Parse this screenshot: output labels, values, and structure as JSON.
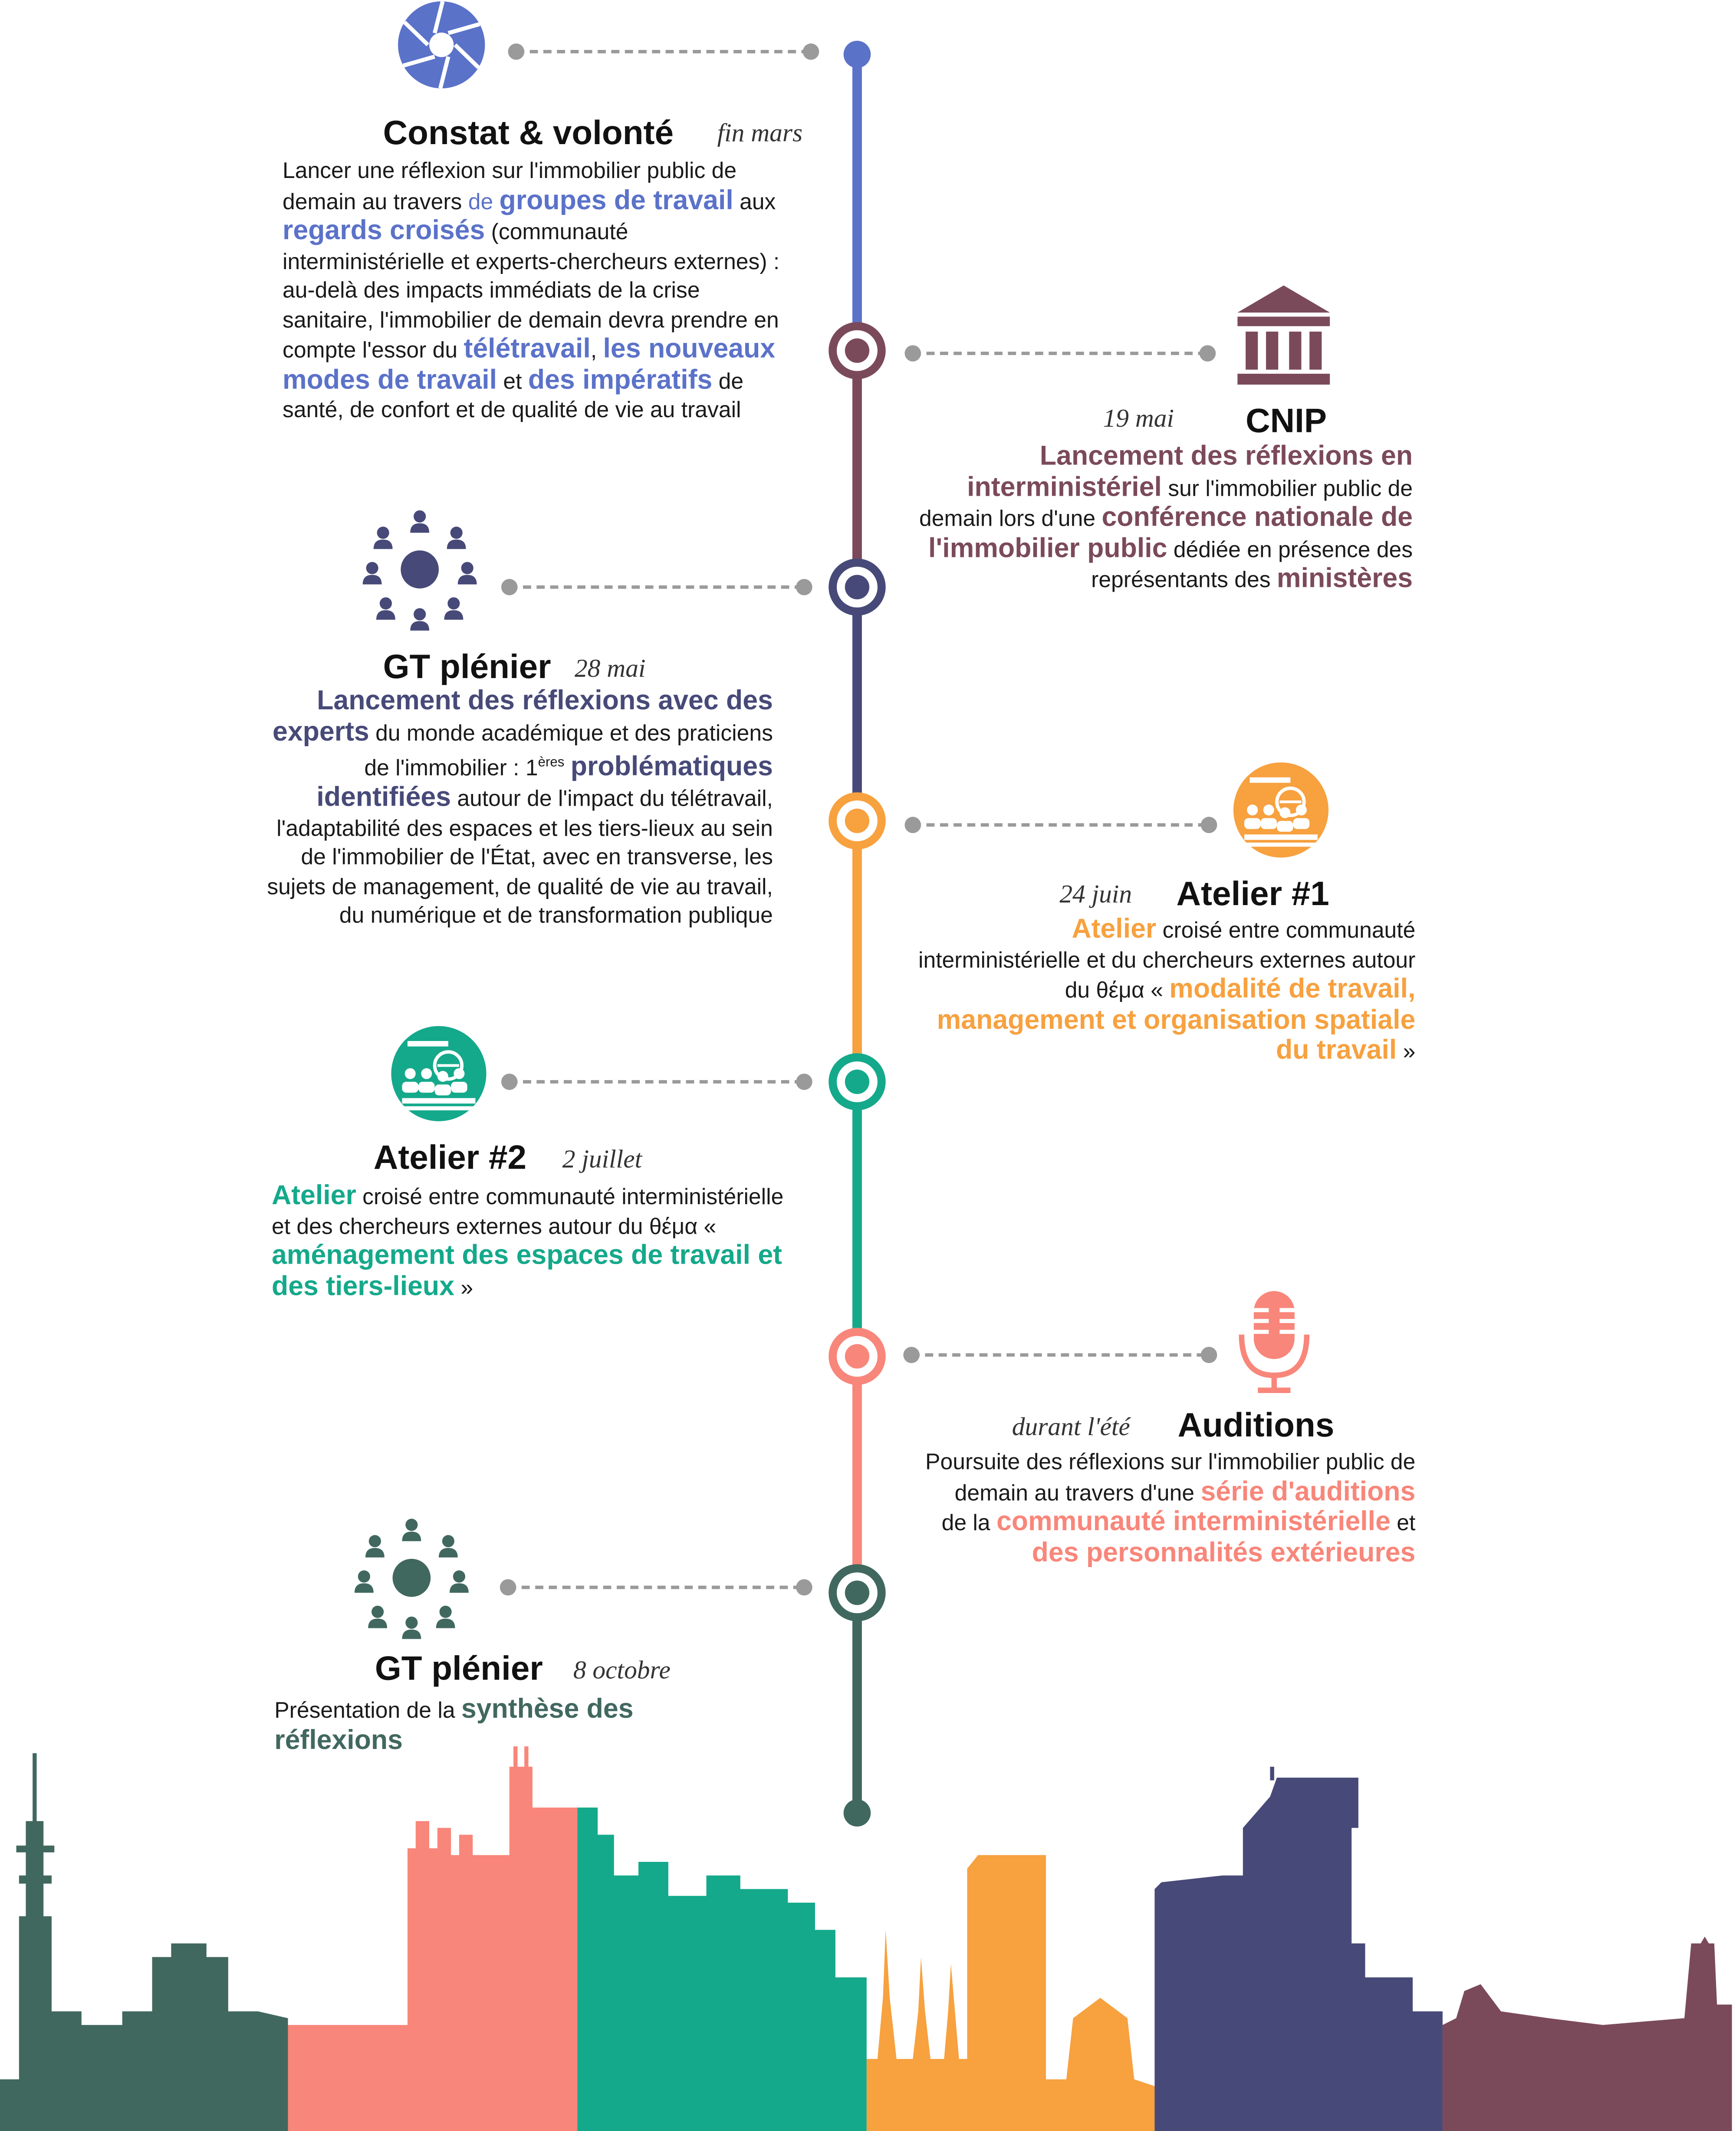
{
  "colors": {
    "blue": "#5b72c9",
    "mauve": "#7b4a5a",
    "navy": "#474a78",
    "orange": "#f7a13f",
    "teal": "#14a98b",
    "salmon": "#f8867a",
    "darkgreen": "#41685f"
  },
  "events": [
    {
      "title": "Constat & volonté",
      "date": "fin mars",
      "icon": "aperture-icon",
      "desc": [
        {
          "t": "Lancer une réflexion sur l'immobilier public de demain au travers "
        },
        {
          "t": "de ",
          "c": 1
        },
        {
          "t": "groupes de travail",
          "h": 1
        },
        {
          "t": " aux "
        },
        {
          "t": "regards croisés",
          "h": 1
        },
        {
          "t": " (communauté interministérielle et experts-chercheurs externes) : au-delà des impacts immédiats de la crise sanitaire, l'immobilier de demain devra prendre en compte l'essor du "
        },
        {
          "t": "télétravail",
          "h": 1
        },
        {
          "t": ", "
        },
        {
          "t": "les nouveaux modes de travail",
          "h": 1
        },
        {
          "t": " et "
        },
        {
          "t": "des impératifs",
          "h": 1
        },
        {
          "t": " de santé, de confort et de qualité de vie au travail"
        }
      ]
    },
    {
      "title": "CNIP",
      "date": "19 mai",
      "icon": "government-building-icon",
      "desc": [
        {
          "t": "Lancement des réflexions en interministériel",
          "h": 1
        },
        {
          "t": " sur l'immobilier public de demain lors d'une "
        },
        {
          "t": "conférence nationale de l'immobilier public",
          "h": 1
        },
        {
          "t": " dédiée en présence des représentants des "
        },
        {
          "t": "ministères",
          "h": 1
        }
      ]
    },
    {
      "title": "GT plénier",
      "date": "28 mai",
      "icon": "people-network-icon",
      "desc": [
        {
          "t": "Lancement des réflexions avec des experts",
          "h": 1
        },
        {
          "t": " du monde académique et des praticiens de l'immobilier : 1"
        },
        {
          "t": "ères",
          "s": 1
        },
        {
          "t": " "
        },
        {
          "t": "problématiques identifiées",
          "h": 1
        },
        {
          "t": " autour de l'impact du télétravail, l'adaptabilité des espaces et les tiers-lieux au sein de l'immobilier de l'État, avec en transverse, les sujets de management, de qualité de vie au travail, du numérique et de transformation publique"
        }
      ]
    },
    {
      "title": "Atelier #1",
      "date": "24 juin",
      "icon": "workshop-icon",
      "desc": [
        {
          "t": "Atelier",
          "h": 1
        },
        {
          "t": " croisé entre communauté interministérielle et du chercheurs externes autour du θέμα « "
        },
        {
          "t": "modalité de travail, management et organisation spatiale du travail",
          "h": 1
        },
        {
          "t": " »"
        }
      ]
    },
    {
      "title": "Atelier #2",
      "date": "2 juillet",
      "icon": "workshop-icon",
      "desc": [
        {
          "t": "Atelier",
          "h": 1
        },
        {
          "t": " croisé entre communauté interministérielle et des chercheurs externes autour du θέμα « "
        },
        {
          "t": "aménagement des espaces de travail et des tiers-lieux",
          "h": 1
        },
        {
          "t": " »"
        }
      ]
    },
    {
      "title": "Auditions",
      "date": "durant l'été",
      "icon": "microphone-icon",
      "desc": [
        {
          "t": "Poursuite des réflexions sur l'immobilier public de demain au travers d'une "
        },
        {
          "t": "série d'auditions",
          "h": 1
        },
        {
          "t": " de la "
        },
        {
          "t": "communauté interministérielle",
          "h": 1
        },
        {
          "t": " et "
        },
        {
          "t": "des personnalités extérieures",
          "h": 1
        }
      ]
    },
    {
      "title": "GT plénier",
      "date": "8 octobre",
      "icon": "people-network-icon",
      "desc": [
        {
          "t": "Présentation de la "
        },
        {
          "t": "synthèse des réflexions",
          "h": 1
        }
      ]
    }
  ]
}
